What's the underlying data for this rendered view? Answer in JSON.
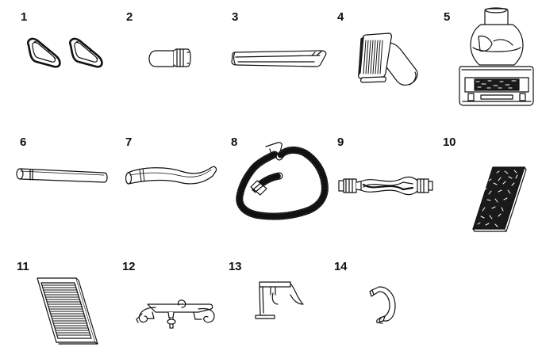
{
  "parts": [
    {
      "number": "1",
      "icon": "belt-pair-icon"
    },
    {
      "number": "2",
      "icon": "light-bulb-icon"
    },
    {
      "number": "3",
      "icon": "crevice-tool-icon"
    },
    {
      "number": "4",
      "icon": "dusting-brush-icon"
    },
    {
      "number": "5",
      "icon": "turbo-brush-tool-icon"
    },
    {
      "number": "6",
      "icon": "extension-wand-icon"
    },
    {
      "number": "7",
      "icon": "curved-wand-icon"
    },
    {
      "number": "8",
      "icon": "hose-icon"
    },
    {
      "number": "9",
      "icon": "brushroll-icon"
    },
    {
      "number": "10",
      "icon": "foam-filter-icon"
    },
    {
      "number": "11",
      "icon": "pleated-filter-icon"
    },
    {
      "number": "12",
      "icon": "cord-hook-icon"
    },
    {
      "number": "13",
      "icon": "hose-holder-icon"
    },
    {
      "number": "14",
      "icon": "handle-clip-icon"
    }
  ],
  "colors": {
    "ink": "#111111",
    "fill": "#ffffff",
    "shade": "#d9d9d9",
    "dark": "#1a1a1a"
  }
}
